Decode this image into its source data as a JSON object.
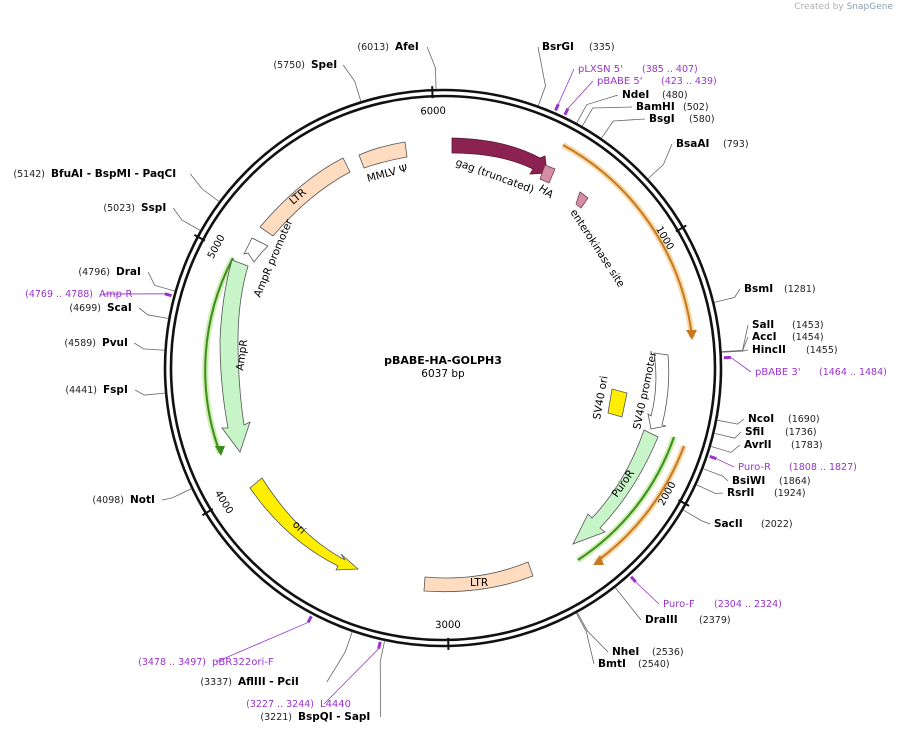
{
  "credit": {
    "prefix": "Created by",
    "brand": "SnapGene"
  },
  "title": "pBABE-HA-GOLPH3",
  "subtitle": "6037 bp",
  "total_bp": 6037,
  "ticks": [
    {
      "bp": 1000,
      "label": "1000"
    },
    {
      "bp": 2000,
      "label": "2000"
    },
    {
      "bp": 3000,
      "label": "3000"
    },
    {
      "bp": 4000,
      "label": "4000"
    },
    {
      "bp": 5000,
      "label": "5000"
    },
    {
      "bp": 6000,
      "label": "6000"
    }
  ],
  "sites": [
    {
      "name": "AfeI",
      "pos": "(6013)",
      "bp": 6013
    },
    {
      "name": "BsrGI",
      "pos": "(335)",
      "bp": 335
    },
    {
      "name": "NdeI",
      "pos": "(480)",
      "bp": 480
    },
    {
      "name": "BamHI",
      "pos": "(502)",
      "bp": 502
    },
    {
      "name": "BsgI",
      "pos": "(580)",
      "bp": 580
    },
    {
      "name": "BsaAI",
      "pos": "(793)",
      "bp": 793
    },
    {
      "name": "BsmI",
      "pos": "(1281)",
      "bp": 1281
    },
    {
      "name": "SalI",
      "pos": "(1453)",
      "bp": 1453
    },
    {
      "name": "AccI",
      "pos": "(1454)",
      "bp": 1454
    },
    {
      "name": "HincII",
      "pos": "(1455)",
      "bp": 1455
    },
    {
      "name": "NcoI",
      "pos": "(1690)",
      "bp": 1690
    },
    {
      "name": "SfiI",
      "pos": "(1736)",
      "bp": 1736
    },
    {
      "name": "AvrII",
      "pos": "(1783)",
      "bp": 1783
    },
    {
      "name": "BsiWI",
      "pos": "(1864)",
      "bp": 1864
    },
    {
      "name": "RsrII",
      "pos": "(1924)",
      "bp": 1924
    },
    {
      "name": "SacII",
      "pos": "(2022)",
      "bp": 2022
    },
    {
      "name": "DraIII",
      "pos": "(2379)",
      "bp": 2379
    },
    {
      "name": "NheI",
      "pos": "(2536)",
      "bp": 2536
    },
    {
      "name": "BmtI",
      "pos": "(2540)",
      "bp": 2540
    },
    {
      "name": "BspQI - SapI",
      "pos": "(3221)",
      "bp": 3221
    },
    {
      "name": "AflIII - PciI",
      "pos": "(3337)",
      "bp": 3337
    },
    {
      "name": "NotI",
      "pos": "(4098)",
      "bp": 4098
    },
    {
      "name": "FspI",
      "pos": "(4441)",
      "bp": 4441
    },
    {
      "name": "PvuI",
      "pos": "(4589)",
      "bp": 4589
    },
    {
      "name": "ScaI",
      "pos": "(4699)",
      "bp": 4699
    },
    {
      "name": "DraI",
      "pos": "(4796)",
      "bp": 4796
    },
    {
      "name": "SspI",
      "pos": "(5023)",
      "bp": 5023
    },
    {
      "name": "BfuAI - BspMI - PaqCI",
      "pos": "(5142)",
      "bp": 5142
    },
    {
      "name": "SpeI",
      "pos": "(5750)",
      "bp": 5750
    }
  ],
  "primers": [
    {
      "name": "pLXSN 5'",
      "range": "(385 .. 407)",
      "bp": 396
    },
    {
      "name": "pBABE 5'",
      "range": "(423 .. 439)",
      "bp": 431
    },
    {
      "name": "pBABE 3'",
      "range": "(1464 .. 1484)",
      "bp": 1474
    },
    {
      "name": "Puro-R",
      "range": "(1808 .. 1827)",
      "bp": 1817
    },
    {
      "name": "Puro-F",
      "range": "(2304 .. 2324)",
      "bp": 2314
    },
    {
      "name": "L4440",
      "range": "(3227 .. 3244)",
      "bp": 3235
    },
    {
      "name": "pBR322ori-F",
      "range": "(3478 .. 3497)",
      "bp": 3487
    },
    {
      "name": "Amp-R",
      "range": "(4769 .. 4788)",
      "bp": 4778
    }
  ],
  "features": [
    {
      "name": "gag (truncated)",
      "color": "#8b2252"
    },
    {
      "name": "HA",
      "color": "#d48fa6"
    },
    {
      "name": "enterokinase site",
      "color": "#d48fa6"
    },
    {
      "name": "SV40 promoter",
      "color": "#ffffff"
    },
    {
      "name": "SV40 ori",
      "color": "#ffee00"
    },
    {
      "name": "PuroR",
      "color": "#c8f5c8"
    },
    {
      "name": "LTR",
      "color": "#ffdcbf"
    },
    {
      "name": "ori",
      "color": "#ffee00"
    },
    {
      "name": "AmpR",
      "color": "#c8f5c8"
    },
    {
      "name": "AmpR promoter",
      "color": "#ffffff"
    },
    {
      "name": "LTR",
      "color": "#ffdcbf"
    },
    {
      "name": "MMLV Ψ",
      "color": "#ffdcbf"
    }
  ],
  "colors": {
    "primer": "#9933cc",
    "orf_orange": "#c8781e",
    "orf_green": "#3c8c1e",
    "backbone": "#111111"
  }
}
